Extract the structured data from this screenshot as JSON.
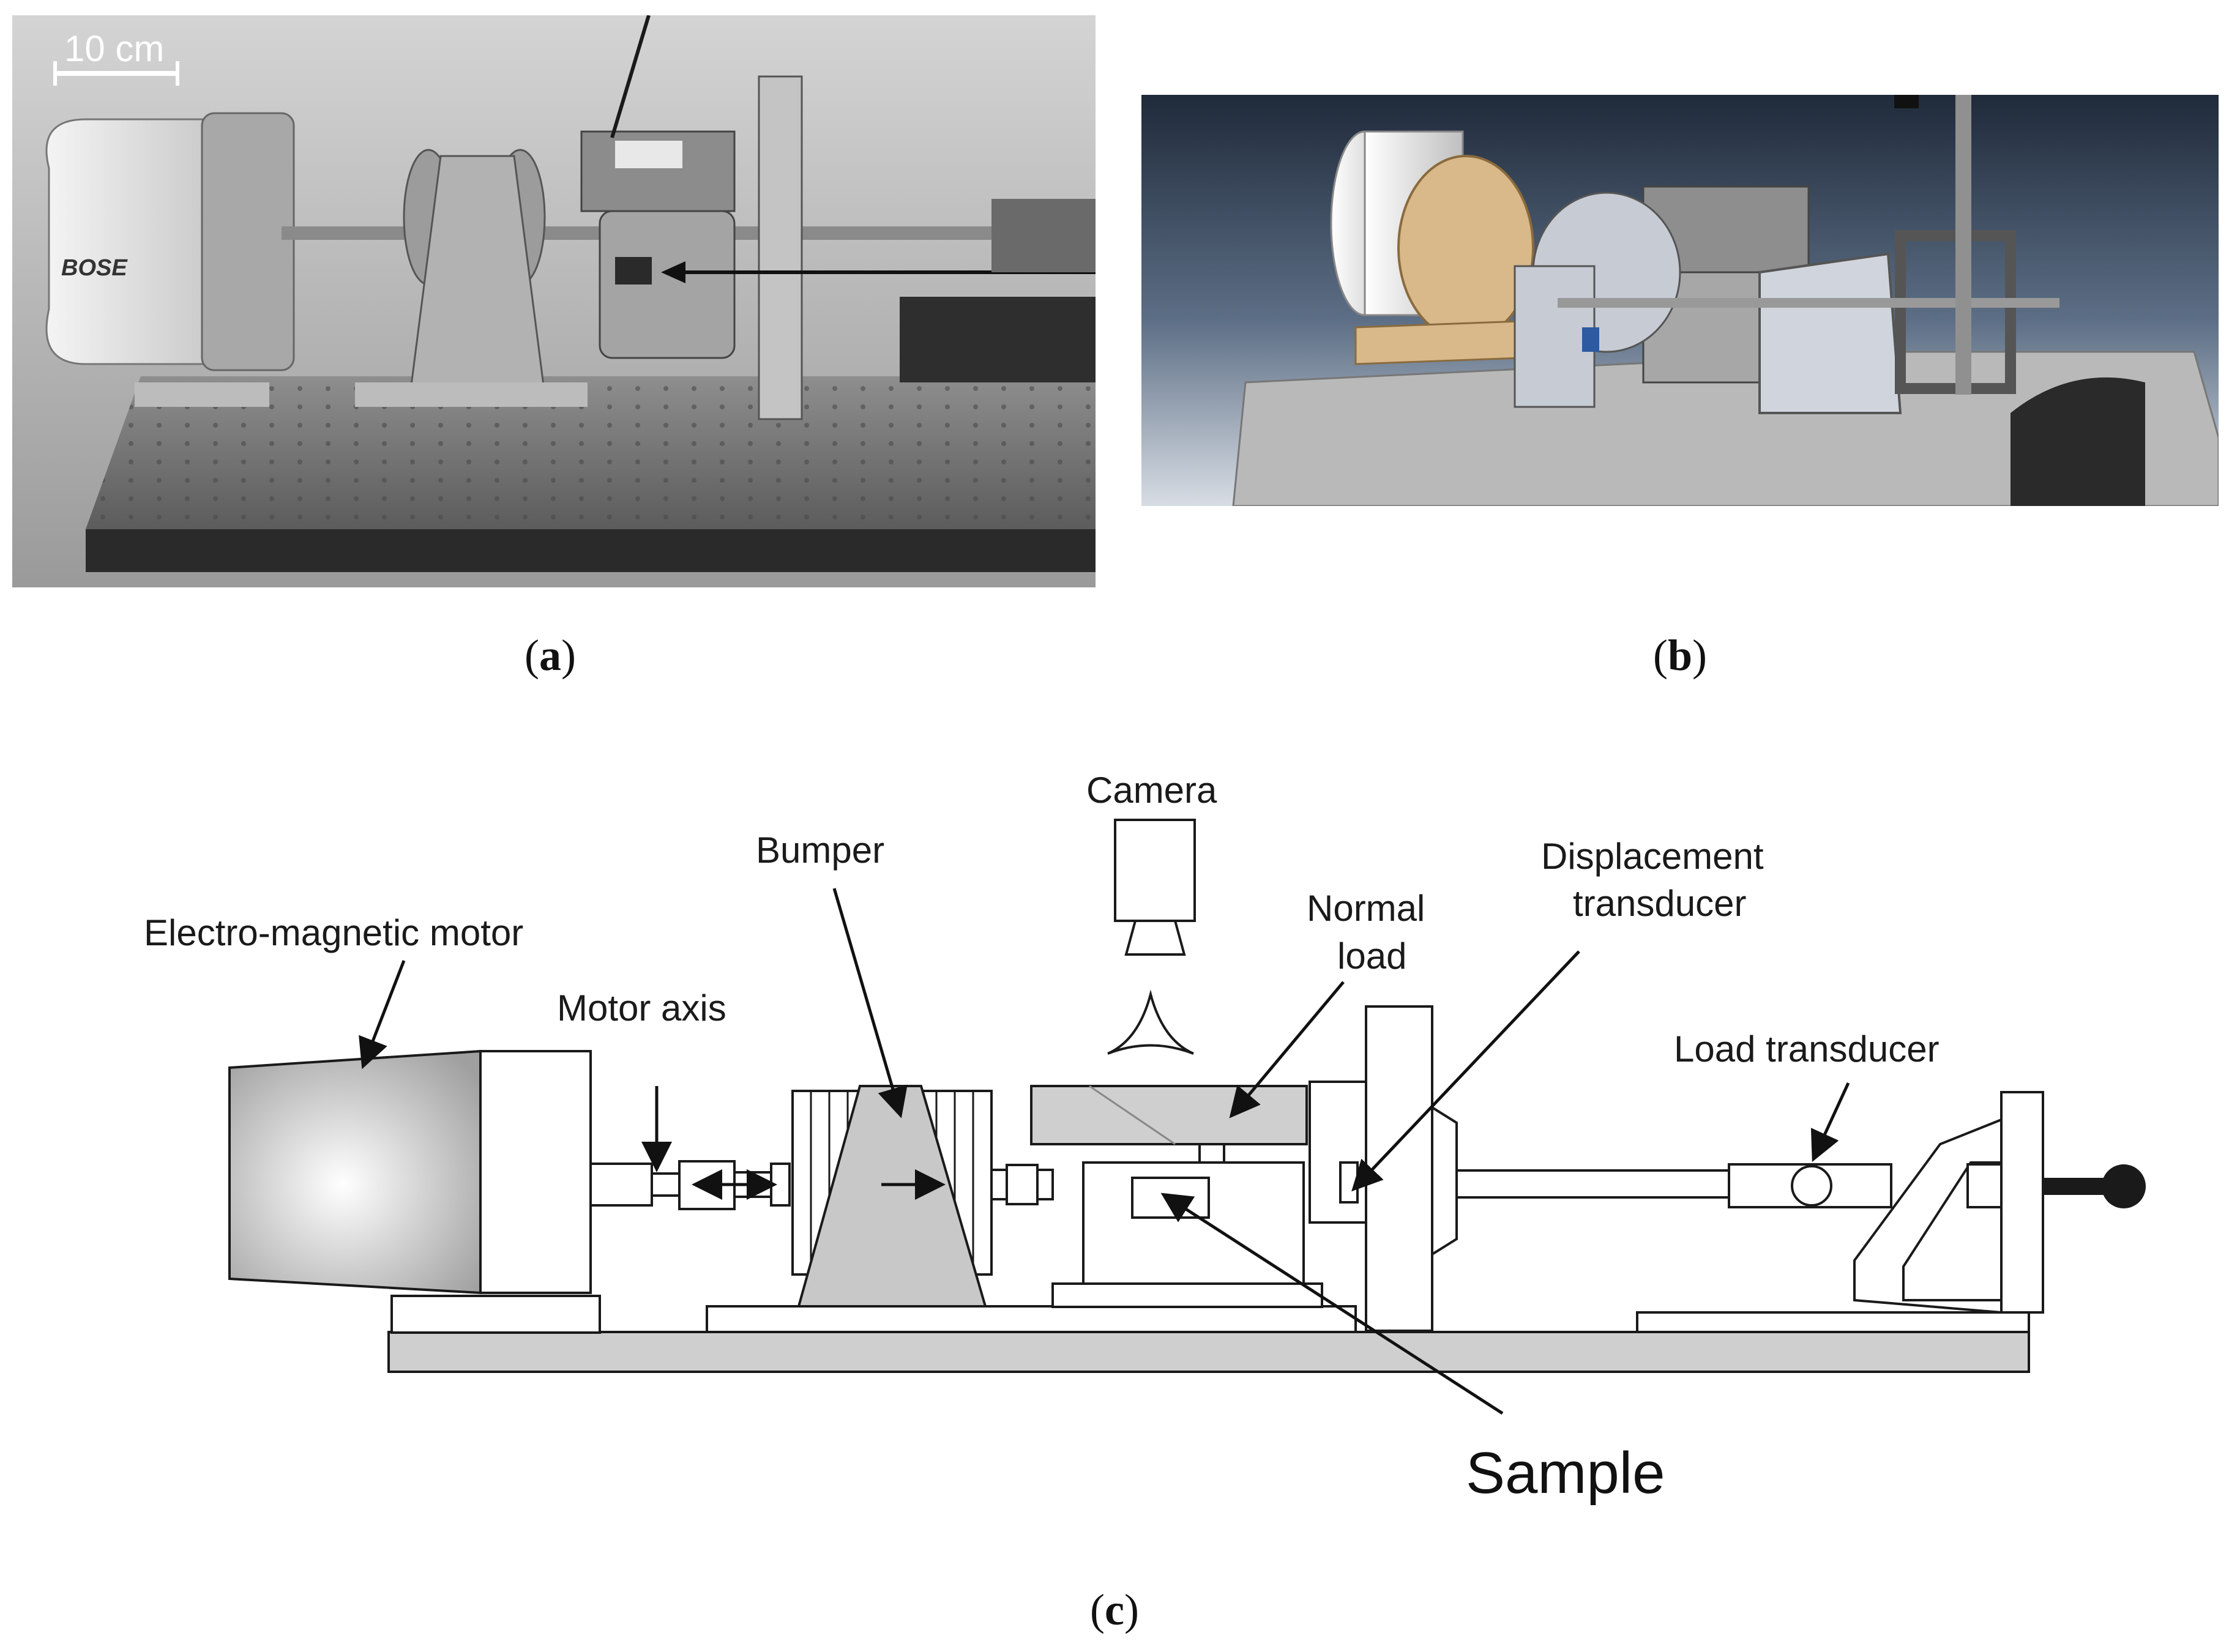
{
  "panel_a": {
    "caption_open": "(",
    "caption_letter": "a",
    "caption_close": ")",
    "scale_label": "10 cm",
    "brand_text": "BOSE"
  },
  "panel_b": {
    "caption_open": "(",
    "caption_letter": "b",
    "caption_close": ")"
  },
  "panel_c": {
    "caption_open": "(",
    "caption_letter": "c",
    "caption_close": ")",
    "labels": {
      "camera": "Camera",
      "bumper": "Bumper",
      "displacement_line1": "Displacement",
      "displacement_line2": "transducer",
      "normal_line1": "Normal",
      "normal_line2": "load",
      "motor": "Electro-magnetic motor",
      "motor_axis": "Motor axis",
      "load_transducer": "Load transducer",
      "sample": "Sample"
    }
  },
  "colors": {
    "photo_bg": "#b8b8b8",
    "render_bg": "#2f3a4a",
    "part_gray": "#c8c8c8",
    "line": "#1a1a1a"
  }
}
